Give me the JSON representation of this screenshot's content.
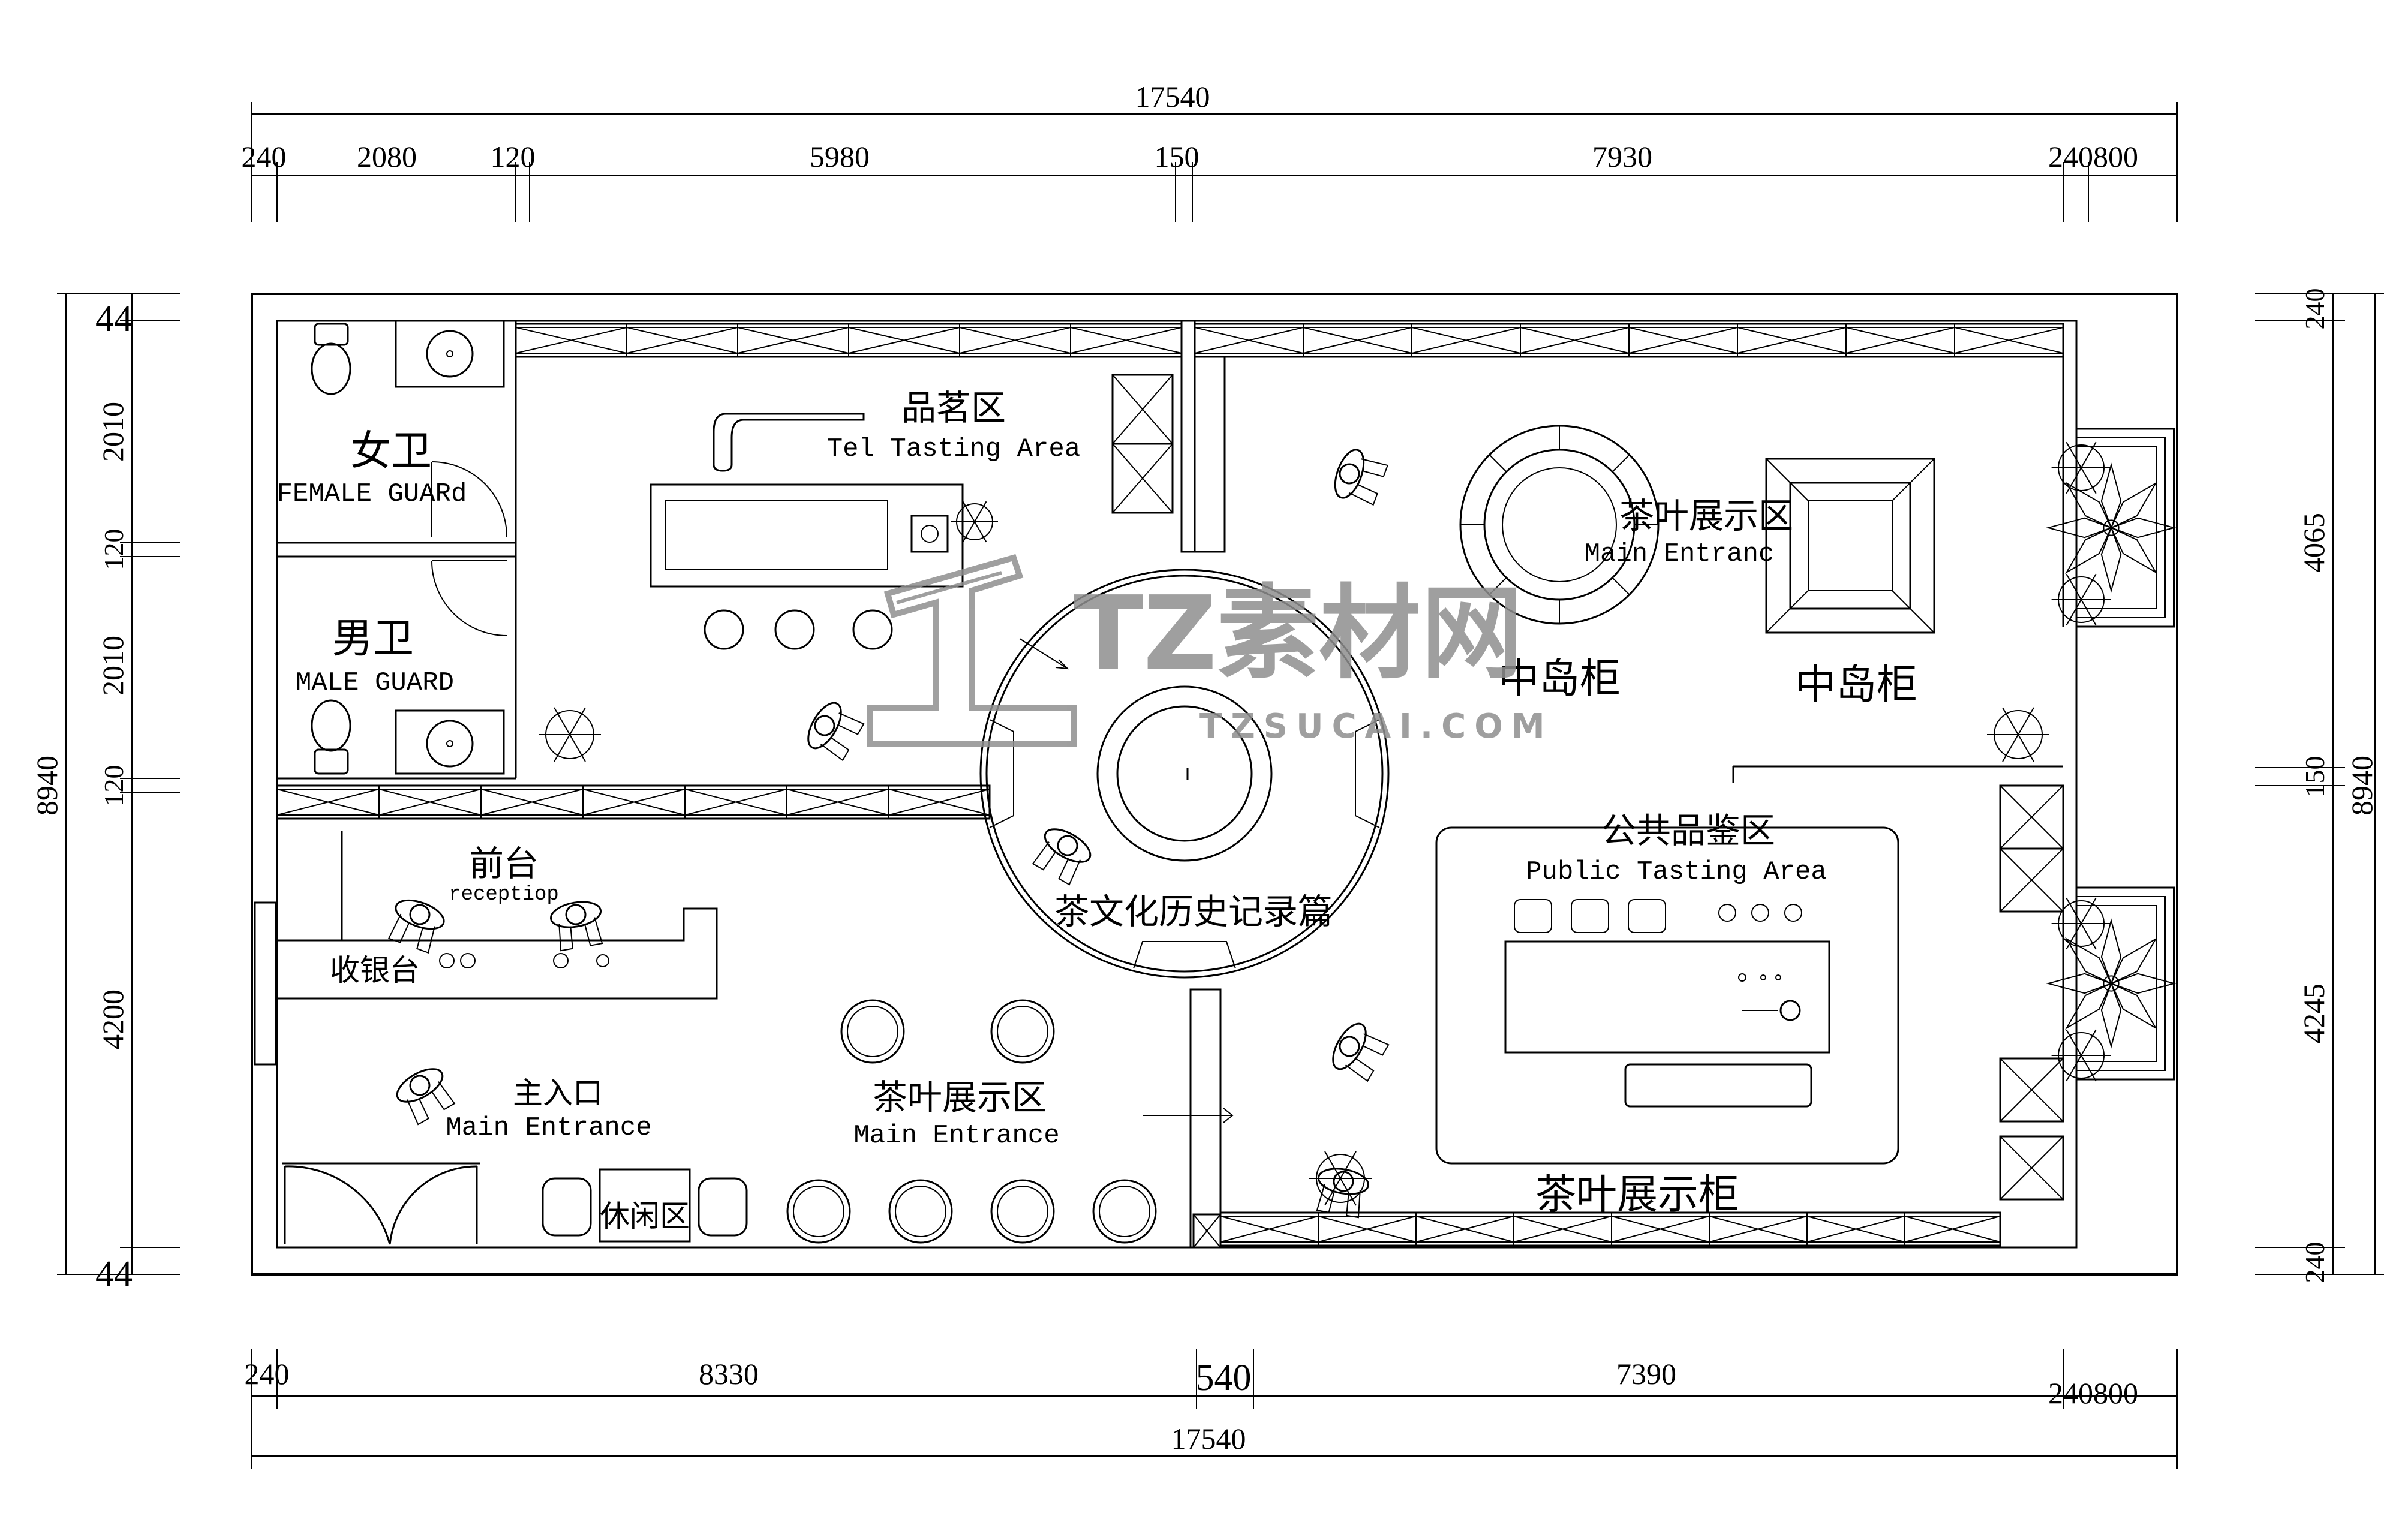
{
  "dimensions": {
    "top_total": "17540",
    "top_segments": [
      "240",
      "2080",
      "120",
      "5980",
      "150",
      "7930",
      "240800"
    ],
    "bottom_total": "17540",
    "bottom_segments": [
      "240",
      "8330",
      "540",
      "7390",
      "240800"
    ],
    "left_total": "8940",
    "left_segments": [
      "44",
      "2010",
      "120",
      "2010",
      "120",
      "4200",
      "44"
    ],
    "right_total": "8940",
    "right_segments": [
      "240",
      "4065",
      "150",
      "4245",
      "240"
    ]
  },
  "rooms": {
    "female_wc_zh": "女卫",
    "female_wc_en": "FEMALE GUARd",
    "male_wc_zh": "男卫",
    "male_wc_en": "MALE GUARD",
    "tasting_zh": "品茗区",
    "tasting_en": "Tel Tasting Area",
    "tea_display_top_zh": "茶叶展示区",
    "tea_display_top_en": "Main Entranc",
    "island_left": "中岛柜",
    "island_right": "中岛柜",
    "reception_zh": "前台",
    "reception_en": "receptiop",
    "cashier_zh": "收银台",
    "history_zh": "茶文化历史记录篇",
    "public_tasting_zh": "公共品鉴区",
    "public_tasting_en": "Public Tasting Area",
    "main_entrance_zh": "主入口",
    "main_entrance_en": "Main Entrance",
    "tea_display_bottom_zh": "茶叶展示区",
    "tea_display_bottom_en": "Main Entrance",
    "lounge_zh": "休闲区",
    "tea_cabinet_zh": "茶叶展示柜"
  },
  "watermark": {
    "brand": "TZ素材网",
    "url": "TZSUCAI.COM"
  },
  "colors": {
    "line": "#000000",
    "watermark": "#8f8f8f",
    "background": "#ffffff"
  }
}
